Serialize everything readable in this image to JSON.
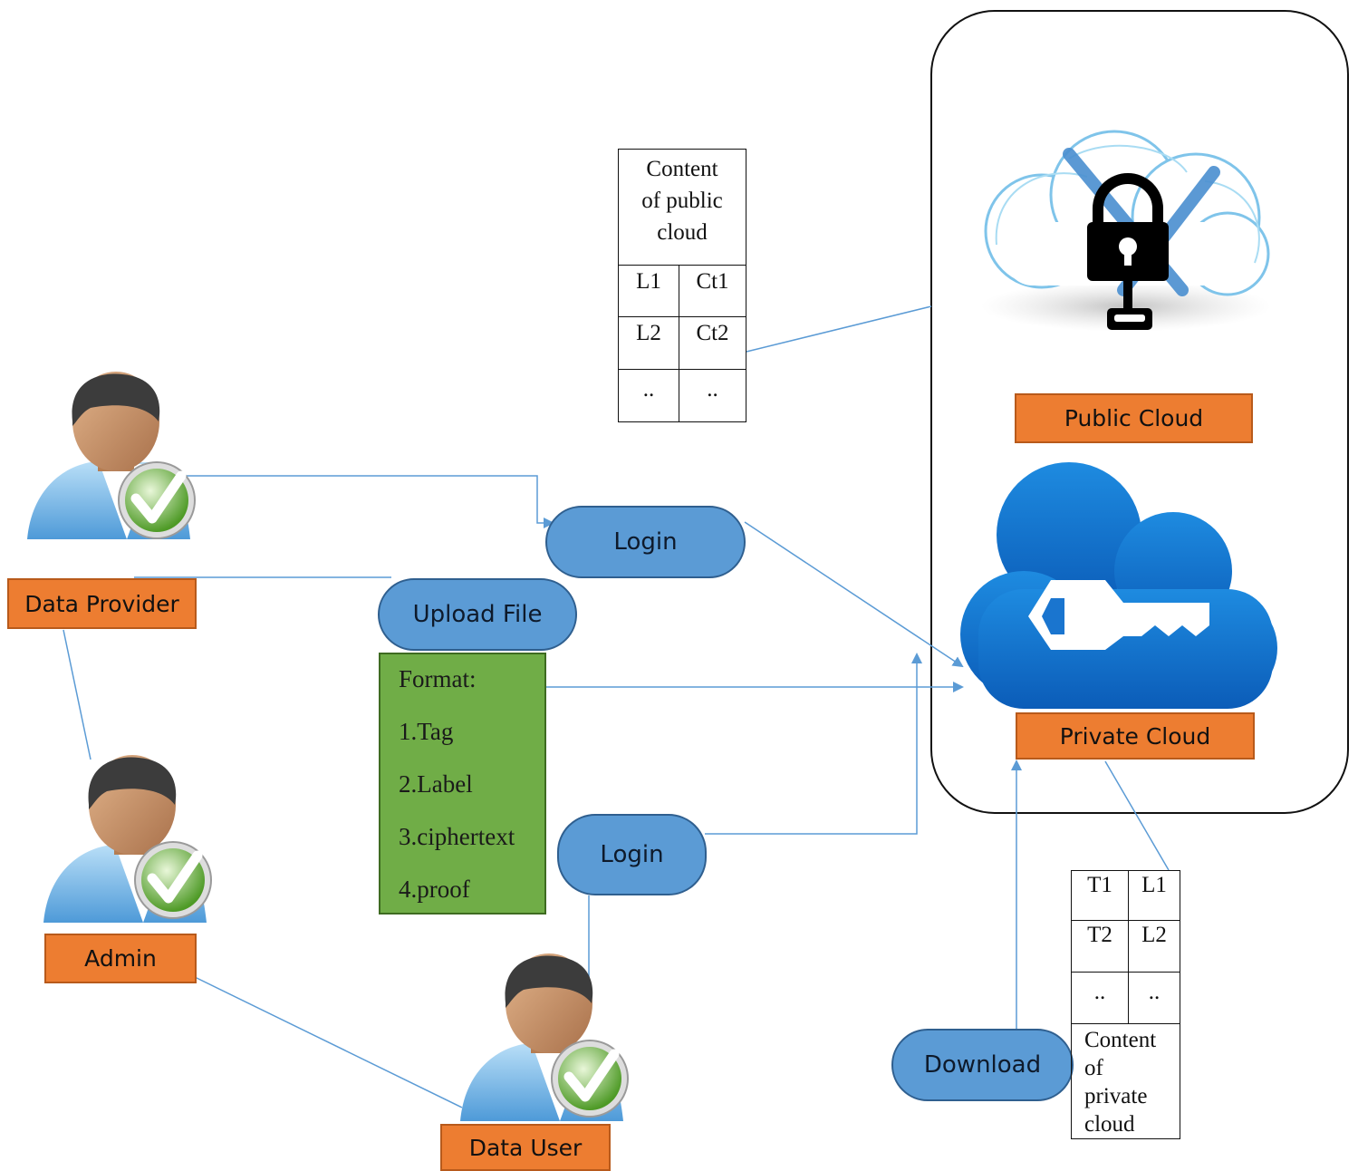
{
  "actors": {
    "provider": {
      "label": "Data Provider"
    },
    "admin": {
      "label": "Admin"
    },
    "user": {
      "label": "Data User"
    }
  },
  "clouds": {
    "public": {
      "label": "Public Cloud"
    },
    "private": {
      "label": "Private Cloud"
    }
  },
  "actions": {
    "login_provider": "Login",
    "upload": "Upload File",
    "login_user": "Login",
    "download": "Download"
  },
  "format_box": {
    "title": "Format:",
    "items": [
      "1.Tag",
      "2.Label",
      "3.ciphertext",
      "4.proof"
    ]
  },
  "public_table": {
    "title": [
      "Content",
      "of public",
      "cloud"
    ],
    "rows": [
      [
        "L1",
        "Ct1"
      ],
      [
        "L2",
        "Ct2"
      ],
      [
        "..",
        ".."
      ]
    ]
  },
  "private_table": {
    "rows": [
      [
        "T1",
        "L1"
      ],
      [
        "T2",
        "L2"
      ],
      [
        "..",
        ".."
      ]
    ],
    "caption": [
      "Content",
      "of",
      "private",
      "cloud"
    ]
  },
  "colors": {
    "orange": "#ed7d31",
    "blue_pill": "#5b9bd5",
    "green_box": "#70ad47",
    "connector": "#5b9bd5"
  }
}
